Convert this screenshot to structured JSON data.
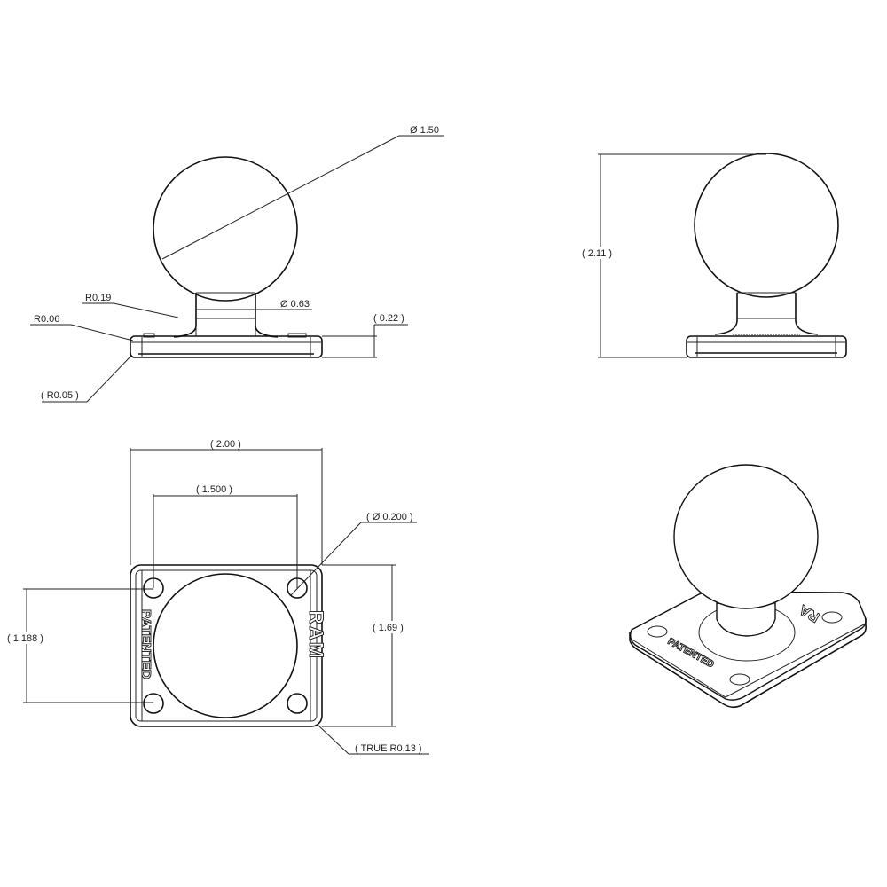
{
  "drawing": {
    "type": "engineering drawing",
    "subject": "ball mount with square base plate",
    "line_color": "#222222",
    "background": "#ffffff"
  },
  "views": {
    "front": {
      "labels": {
        "ball_diameter": "Ø 1.50",
        "neck_diameter": "Ø 0.63",
        "fillet_radius": "R0.19",
        "edge_radius": "R0.06",
        "bottom_radius": "( R0.05 )",
        "base_thickness": "( 0.22 )"
      }
    },
    "side": {
      "labels": {
        "overall_height": "( 2.11 )"
      }
    },
    "top": {
      "labels": {
        "overall_width": "( 2.00 )",
        "hole_spacing_x": "( 1.500 )",
        "hole_spacing_y": "( 1.188 )",
        "hole_diameter": "( Ø 0.200 )",
        "overall_depth": "( 1.69 )",
        "corner_radius": "( TRUE R0.13 )"
      },
      "emboss": {
        "left": "PATENTED",
        "right": "RAM"
      }
    },
    "isometric": {
      "emboss": {
        "front": "PATENTED",
        "side": "RA"
      }
    }
  }
}
